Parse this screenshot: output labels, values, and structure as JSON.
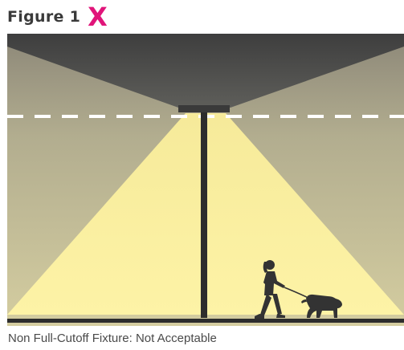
{
  "figure": {
    "title": "Figure 1",
    "mark": "X",
    "mark_color": "#e0157a",
    "caption": "Non Full-Cutoff Fixture: Not Acceptable"
  },
  "scene": {
    "sky_color": "#454545",
    "ground_light_color": "#fdf2a2",
    "ambient_light_color": "#c6bf98",
    "pole_color": "#2d2d2d",
    "cutoff_line_color": "#ffffff",
    "figures": [
      "woman-walking-icon",
      "leash-icon",
      "dog-icon"
    ]
  }
}
